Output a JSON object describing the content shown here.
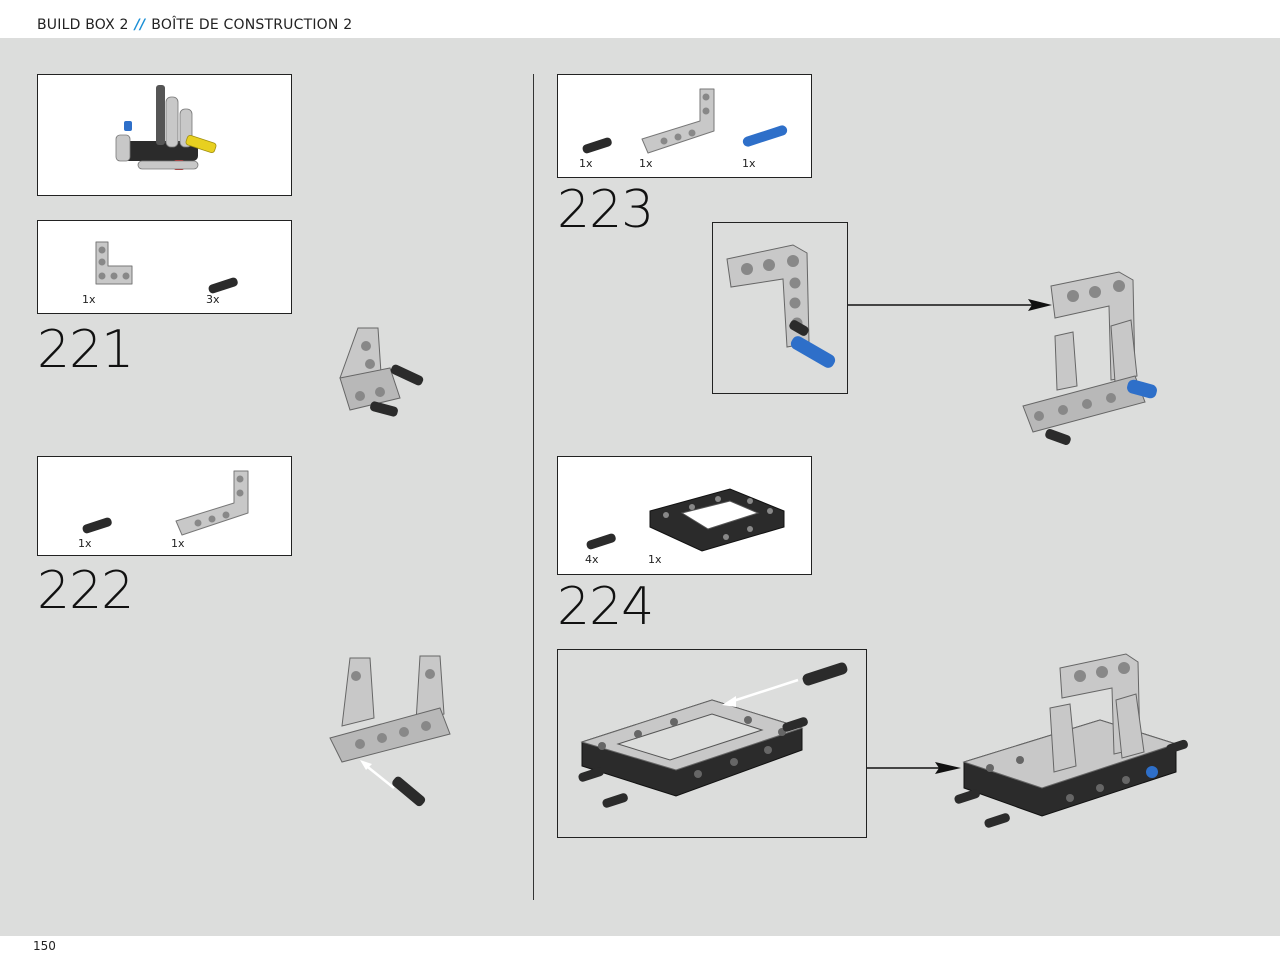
{
  "header": {
    "title_en": "BUILD BOX 2",
    "separator": "//",
    "title_fr": "BOÎTE DE CONSTRUCTION 2"
  },
  "footer": {
    "page_number": "150"
  },
  "steps": [
    {
      "number": "221",
      "quantities": [
        "1x",
        "3x"
      ]
    },
    {
      "number": "222",
      "quantities": [
        "1x",
        "1x"
      ]
    },
    {
      "number": "223",
      "quantities": [
        "1x",
        "1x",
        "1x"
      ]
    },
    {
      "number": "224",
      "quantities": [
        "4x",
        "1x"
      ]
    }
  ],
  "colors": {
    "background": "#dcdddc",
    "accent": "#1b8fd6",
    "part_gray": "#c8c8c8",
    "part_black": "#2b2b2b",
    "part_blue": "#2e6fc9",
    "part_yellow": "#e8d020",
    "part_red": "#c62828"
  }
}
